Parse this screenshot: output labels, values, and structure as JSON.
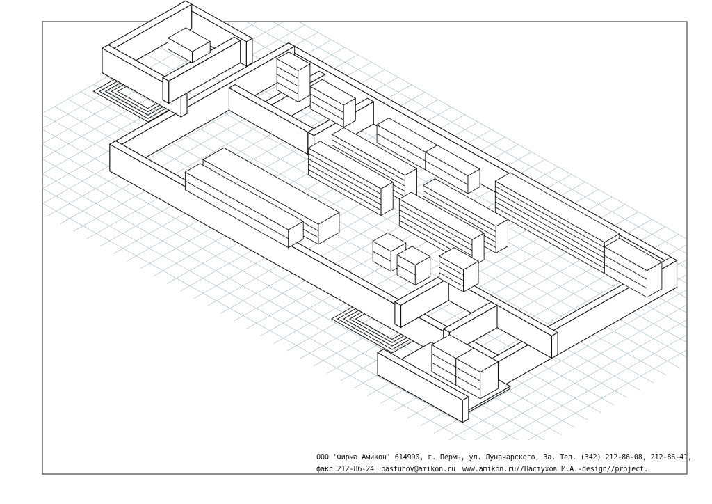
{
  "drawing": {
    "subject": "isometric store floor plan",
    "line_color": "#111111",
    "grid_color": "#9fb8c4",
    "background": "#ffffff"
  },
  "titleblock": {
    "line1": "ООО 'Фирма Амикон' 614990, г. Пермь, ул. Луначарского, 3а. Тел. (342) 212-86-08,  212-86-41,",
    "line2_fax": "факс 212-86-24",
    "line2_email": "pastuhov@amikon.ru",
    "line2_site": "www.amikon.ru//Пастухов М.А.-design//project."
  }
}
